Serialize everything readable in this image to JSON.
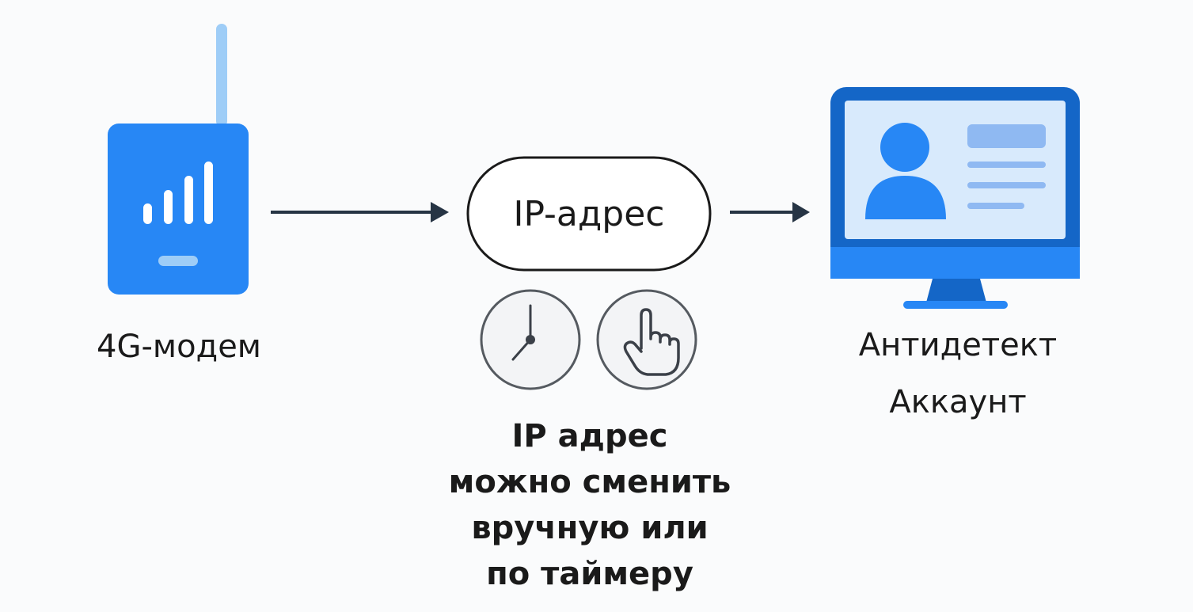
{
  "modem": {
    "label": "4G-модем",
    "icon": "modem-icon"
  },
  "ip_node": {
    "label": "IP-адрес",
    "timer_icon": "clock-icon",
    "manual_icon": "pointing-hand-icon"
  },
  "note": {
    "lines": [
      "IP адрес",
      "можно сменить",
      "вручную или",
      "по таймеру"
    ]
  },
  "target": {
    "line1": "Антидетект",
    "line2": "Аккаунт",
    "icon": "monitor-profile-icon"
  },
  "colors": {
    "modem_blue": "#2787f5",
    "antenna_blue": "#9ecdf7",
    "monitor_dark": "#1466c7",
    "screen_light": "#d8eafc",
    "arrow": "#263444",
    "circle_stroke": "#555a60"
  }
}
